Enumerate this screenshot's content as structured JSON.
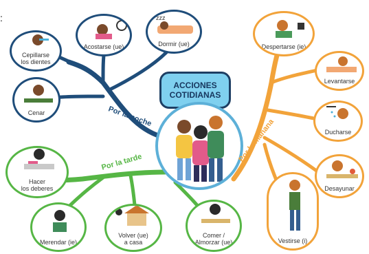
{
  "title": {
    "line1": "ACCIONES",
    "line2": "COTIDIANAS"
  },
  "branches": {
    "night": {
      "label": "Por la noche",
      "color": "#1f4d7a"
    },
    "morning": {
      "label": "Por la mañana",
      "color": "#f2a33a"
    },
    "afternoon": {
      "label": "Por la tarde",
      "color": "#56b645"
    }
  },
  "night_items": {
    "cepillarse": "Cepillarse\nlos dientes",
    "acostarse": "Acostarse (ue)",
    "dormir": "Dormir (ue)",
    "cenar": "Cenar"
  },
  "morning_items": {
    "despertarse": "Despertarse (ie)",
    "levantarse": "Levantarse",
    "ducharse": "Ducharse",
    "desayunar": "Desayunar",
    "vestirse": "Vestirse (i)"
  },
  "afternoon_items": {
    "deberes": "Hacer\nlos deberes",
    "merendar": "Merendar (ie)",
    "volver": "Volver (ue)\na casa",
    "comer": "Comer /\nAlmorzar (ue)"
  },
  "corner_mark": ":",
  "colors": {
    "title_fill": "#7fd0ef",
    "center_ring": "#5db0d8"
  }
}
